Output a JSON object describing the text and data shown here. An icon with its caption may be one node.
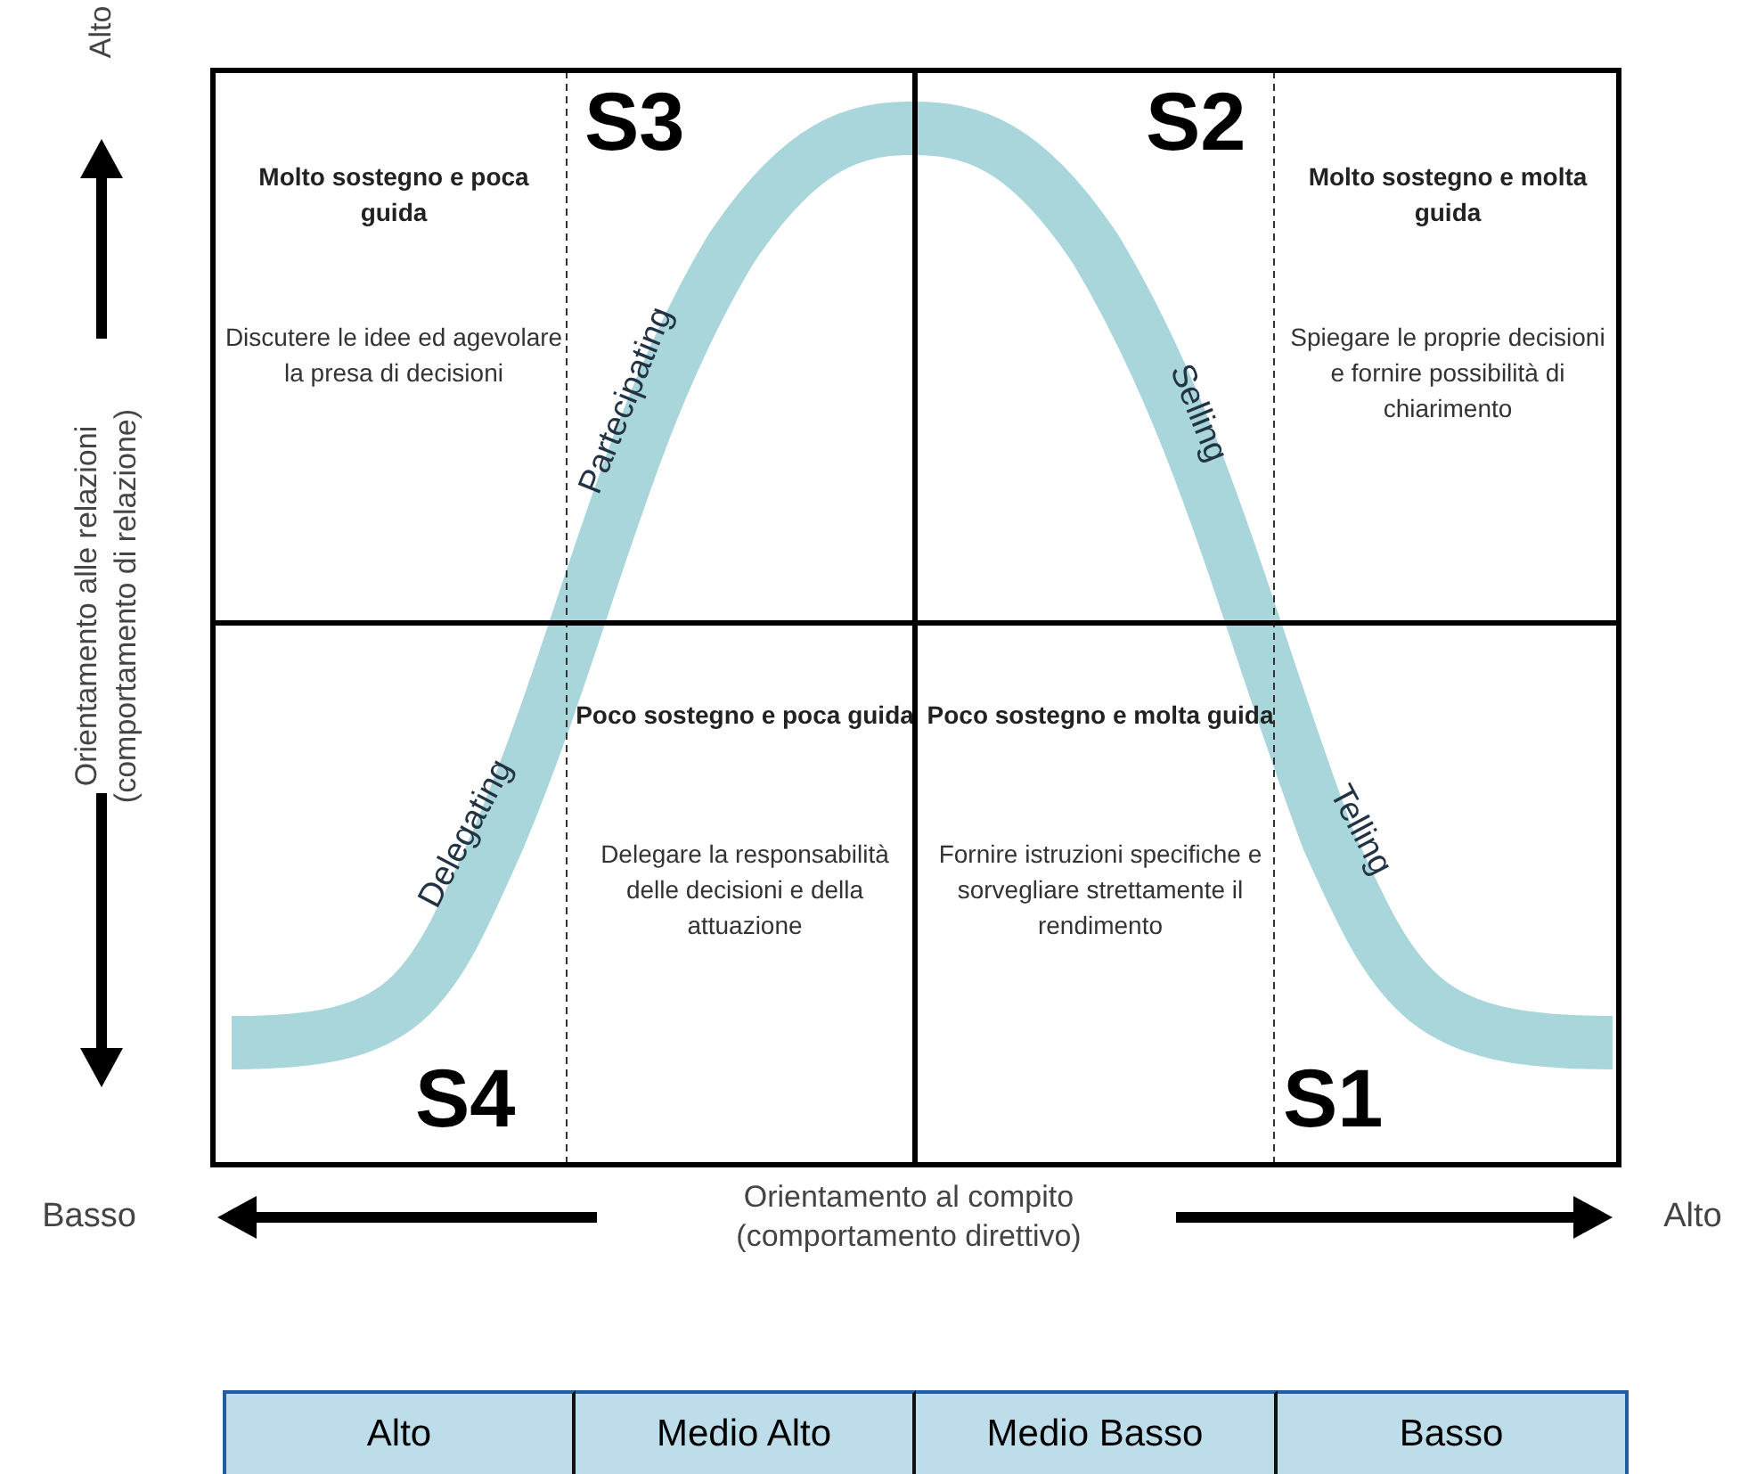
{
  "diagram": {
    "nodes": [
      {
        "text": [
          "S3",
          "Molto sostegno e poca guida",
          "Discutere le idee ed agevolare la presa di decisioni"
        ]
      },
      {
        "text": [
          "S2",
          "Molto sostegno e molta guida",
          "Spiegare le proprie decisioni e fornire possibilità di chiarimento"
        ]
      },
      {
        "text": [
          "S4",
          "Poco sostegno e poca guida",
          "Delegare la responsabilità delle decisioni e della attuazione"
        ]
      },
      {
        "text": [
          "S1",
          "Poco sostegno e molta guida",
          "Fornire istruzioni specifiche e sorvegliare strettamente il rendimento"
        ]
      }
    ],
    "edges": [],
    "labels": [
      "Alto",
      "Orientamento alle relazioni (comportamento di relazione)",
      "Partecipating",
      "Selling",
      "Delegating",
      "Telling",
      "Basso",
      "Orientamento al compito (comportamento direttivo)",
      "Alto",
      "Alto",
      "Medio Alto",
      "Medio Basso",
      "Basso"
    ]
  }
}
